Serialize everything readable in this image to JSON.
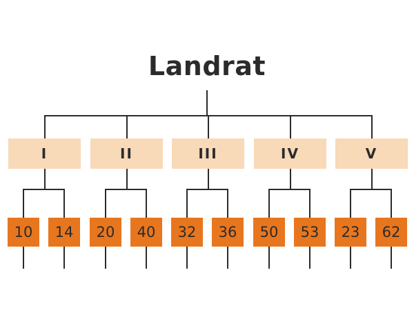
{
  "diagram": {
    "title": "Landrat",
    "departments": [
      {
        "label": "I",
        "units": [
          "10",
          "14"
        ]
      },
      {
        "label": "II",
        "units": [
          "20",
          "40"
        ]
      },
      {
        "label": "III",
        "units": [
          "32",
          "36"
        ]
      },
      {
        "label": "IV",
        "units": [
          "50",
          "53"
        ]
      },
      {
        "label": "V",
        "units": [
          "23",
          "62"
        ]
      }
    ],
    "colors": {
      "department_fill": "#f8d9b8",
      "unit_fill": "#e8761e",
      "line": "#2a2a2a",
      "text": "#2b2b2b"
    }
  }
}
